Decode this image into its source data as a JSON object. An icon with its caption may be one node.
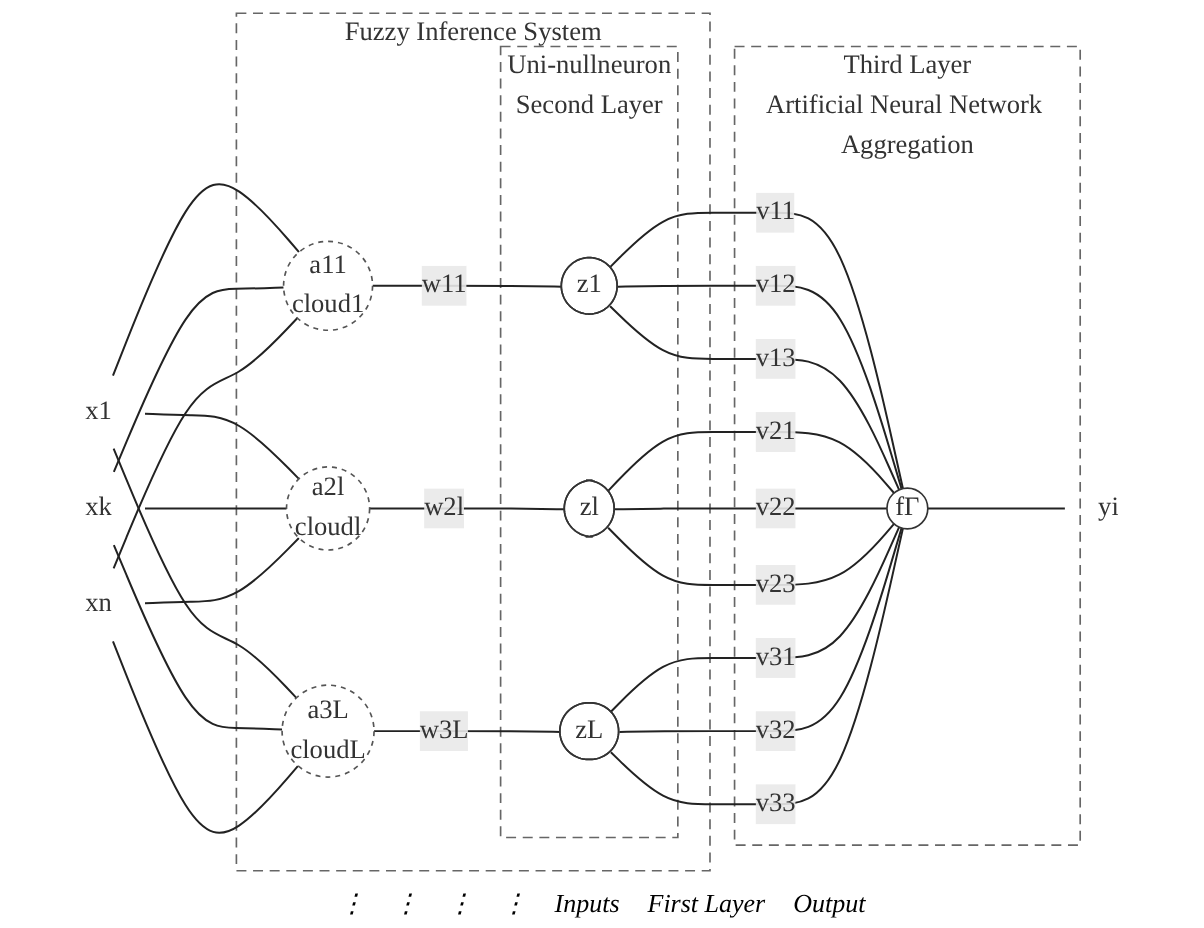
{
  "diagram": {
    "nodes": [
      {
        "text": [
          "x1"
        ]
      },
      {
        "text": [
          "xk"
        ]
      },
      {
        "text": [
          "xn"
        ]
      },
      {
        "text": [
          "Fuzzy Inference System"
        ]
      },
      {
        "text": [
          "a11",
          "cloud1"
        ],
        "in": 3
      },
      {
        "text": [
          "a2l",
          "cloudl"
        ],
        "in": 3
      },
      {
        "text": [
          "a3L",
          "cloudL"
        ],
        "in": 3
      },
      {
        "text": [
          "Uni-nullneuron",
          "Second Layer"
        ],
        "in": 3
      },
      {
        "text": [
          "z1"
        ],
        "in": 7
      },
      {
        "text": [
          "zl"
        ],
        "in": 7
      },
      {
        "text": [
          "zL"
        ],
        "in": 7
      },
      {
        "text": [
          "Third Layer",
          "Artificial Neural Network Aggregation"
        ]
      },
      {
        "text": [
          "fΓ"
        ],
        "in": 11
      },
      {
        "text": [
          "yi"
        ]
      }
    ],
    "edges": [
      {
        "from": 0,
        "to": 4,
        "arrow": "none"
      },
      {
        "from": 0,
        "to": 5,
        "arrow": "none"
      },
      {
        "from": 0,
        "to": 6,
        "arrow": "none"
      },
      {
        "from": 1,
        "to": 4,
        "arrow": "none"
      },
      {
        "from": 1,
        "to": 5,
        "arrow": "none"
      },
      {
        "from": 1,
        "to": 6,
        "arrow": "none"
      },
      {
        "from": 2,
        "to": 4,
        "arrow": "none"
      },
      {
        "from": 2,
        "to": 5,
        "arrow": "none"
      },
      {
        "from": 2,
        "to": 6,
        "arrow": "none"
      },
      {
        "from": 4,
        "to": 8,
        "arrow": "none",
        "label": "w11"
      },
      {
        "from": 5,
        "to": 9,
        "arrow": "none",
        "label": "w2l"
      },
      {
        "from": 6,
        "to": 10,
        "arrow": "none",
        "label": "w3L"
      },
      {
        "from": 8,
        "to": 12,
        "arrow": "none",
        "label": "v11"
      },
      {
        "from": 8,
        "to": 12,
        "arrow": "none",
        "label": "v12"
      },
      {
        "from": 8,
        "to": 12,
        "arrow": "none",
        "label": "v13"
      },
      {
        "from": 9,
        "to": 12,
        "arrow": "none",
        "label": "v21"
      },
      {
        "from": 9,
        "to": 12,
        "arrow": "none",
        "label": "v22"
      },
      {
        "from": 9,
        "to": 12,
        "arrow": "none",
        "label": "v23"
      },
      {
        "from": 10,
        "to": 12,
        "arrow": "none",
        "label": "v31"
      },
      {
        "from": 10,
        "to": 12,
        "arrow": "none",
        "label": "v32"
      },
      {
        "from": 10,
        "to": 12,
        "arrow": "none",
        "label": "v33"
      },
      {
        "from": 12,
        "to": 13,
        "arrow": "none"
      }
    ],
    "labels": [
      "⋮",
      "⋮",
      "⋮",
      "⋮",
      "Inputs",
      "First Layer",
      "Output"
    ]
  }
}
